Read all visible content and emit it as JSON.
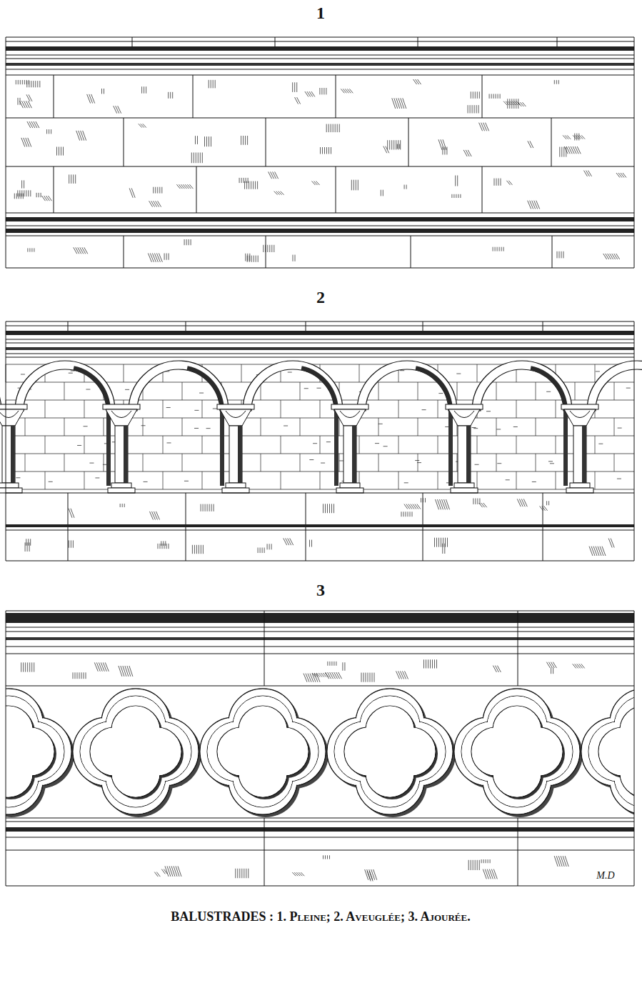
{
  "diagram": {
    "caption": "BALUSTRADES : 1. Pleine; 2. Aveuglée; 3. Ajourée.",
    "labels": [
      "1",
      "2",
      "3",
      "M.D"
    ]
  }
}
